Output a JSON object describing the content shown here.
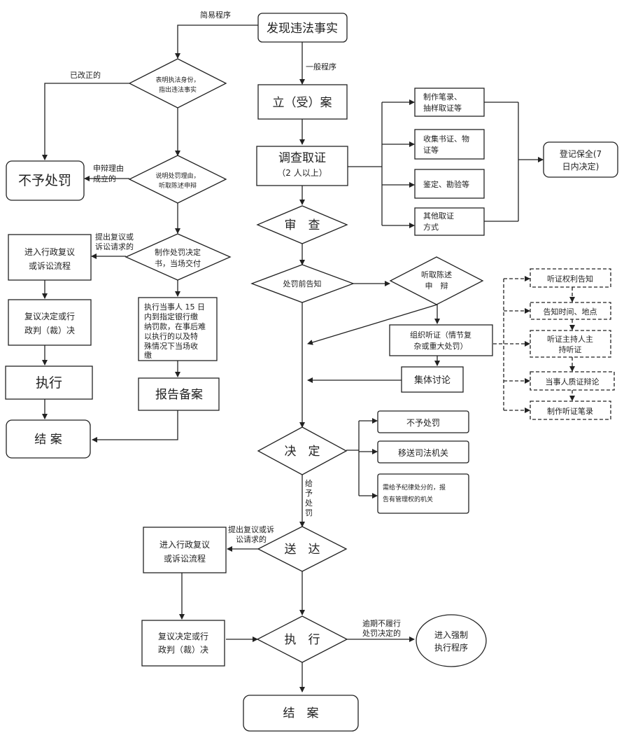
{
  "nodes": {
    "discover": "发现违法事实",
    "register": "立（受）案",
    "investigate": "调查取证",
    "investigate_note": "（2 人以上）",
    "review": "审　查",
    "notify_before": "处罚前告知",
    "hear_defense_1": "听取陈述",
    "hear_defense_2": "申　辩",
    "org_hearing_1": "组织听证（情节复",
    "org_hearing_2": "杂或重大处罚）",
    "collective": "集体讨论",
    "decide": "决　定",
    "deliver": "送　达",
    "execute_main": "执　行",
    "close_main": "结　案",
    "forced_1": "进入强制",
    "forced_2": "执行程序",
    "review2_1": "进入行政复议",
    "review2_2": "或诉讼流程",
    "review2_result_1": "复议决定或行",
    "review2_result_2": "政判（裁）决",
    "record_1": "制作笔录、",
    "record_2": "抽样取证等",
    "collect_1": "收集书证、物",
    "collect_2": "证等",
    "inspect": "鉴定、勘验等",
    "other_1": "其他取证",
    "other_2": "方式",
    "preserve_1": "登记保全(7",
    "preserve_2": "日内决定)",
    "no_penalty_r": "不予处罚",
    "transfer": "移送司法机关",
    "discipline_1": "需给予纪律处分的，报",
    "discipline_2": "告有管理权的机关",
    "hear_right": "听证权利告知",
    "hear_time": "告知时间、地点",
    "hear_host_1": "听证主持人主",
    "hear_host_2": "持听证",
    "hear_cross": "当事人质证辩论",
    "hear_record": "制作听证笔录",
    "s_identity_1": "表明执法身份，",
    "s_identity_2": "指出违法事实",
    "s_reason_1": "说明处罚理由，",
    "s_reason_2": "听取陈述申辩",
    "s_decision_1": "制作处罚决定",
    "s_decision_2": "书，当场交付",
    "s_no_penalty": "不予处罚",
    "s_review_1": "进入行政复议",
    "s_review_2": "或诉讼流程",
    "s_result_1": "复议决定或行",
    "s_result_2": "政判（裁）决",
    "s_execute": "执行",
    "s_close": "结  案",
    "s_pay_1": "执行当事人 15 日",
    "s_pay_2": "内到指定银行缴",
    "s_pay_3": "纳罚款，在事后难",
    "s_pay_4": "以执行的以及特",
    "s_pay_5": "殊情况下当场收",
    "s_pay_6": "缴",
    "s_report": "报告备案"
  },
  "labels": {
    "simple": "简易程序",
    "general": "一般程序",
    "corrected": "已改正的",
    "defense_1": "申辩理由",
    "defense_2": "成立的",
    "appeal_s_1": "提出复议或",
    "appeal_s_2": "诉讼请求的",
    "penalty_1": "给",
    "penalty_2": "予",
    "penalty_3": "处",
    "penalty_4": "罚",
    "appeal_1": "提出复议或诉",
    "appeal_2": "讼请求的",
    "overdue_1": "逾期不履行",
    "overdue_2": "处罚决定的"
  }
}
